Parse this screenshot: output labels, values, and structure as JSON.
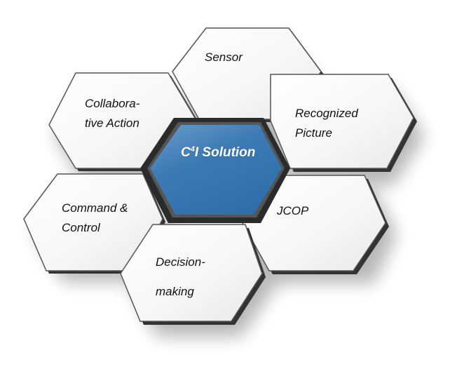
{
  "diagram": {
    "type": "hexagon-cluster",
    "center": {
      "label_prefix": "C",
      "label_superscript": "4",
      "label_suffix": "I Solution",
      "full_label": "C4I Solution",
      "fill_color": "#3d7db8"
    },
    "nodes": [
      {
        "id": "sensor",
        "lines": [
          "Sensor"
        ]
      },
      {
        "id": "collaborative-action",
        "lines": [
          "Collabora-",
          "tive Action"
        ]
      },
      {
        "id": "recognized-picture",
        "lines": [
          "Recognized",
          "Picture"
        ]
      },
      {
        "id": "command-control",
        "lines": [
          "Command &",
          "Control"
        ]
      },
      {
        "id": "jcop",
        "lines": [
          "JCOP"
        ]
      },
      {
        "id": "decision-making",
        "lines": [
          "Decision-",
          "making"
        ]
      }
    ],
    "colors": {
      "hex_fill": "#f4f4f4",
      "hex_edge": "#333333",
      "text": "#111111"
    }
  }
}
